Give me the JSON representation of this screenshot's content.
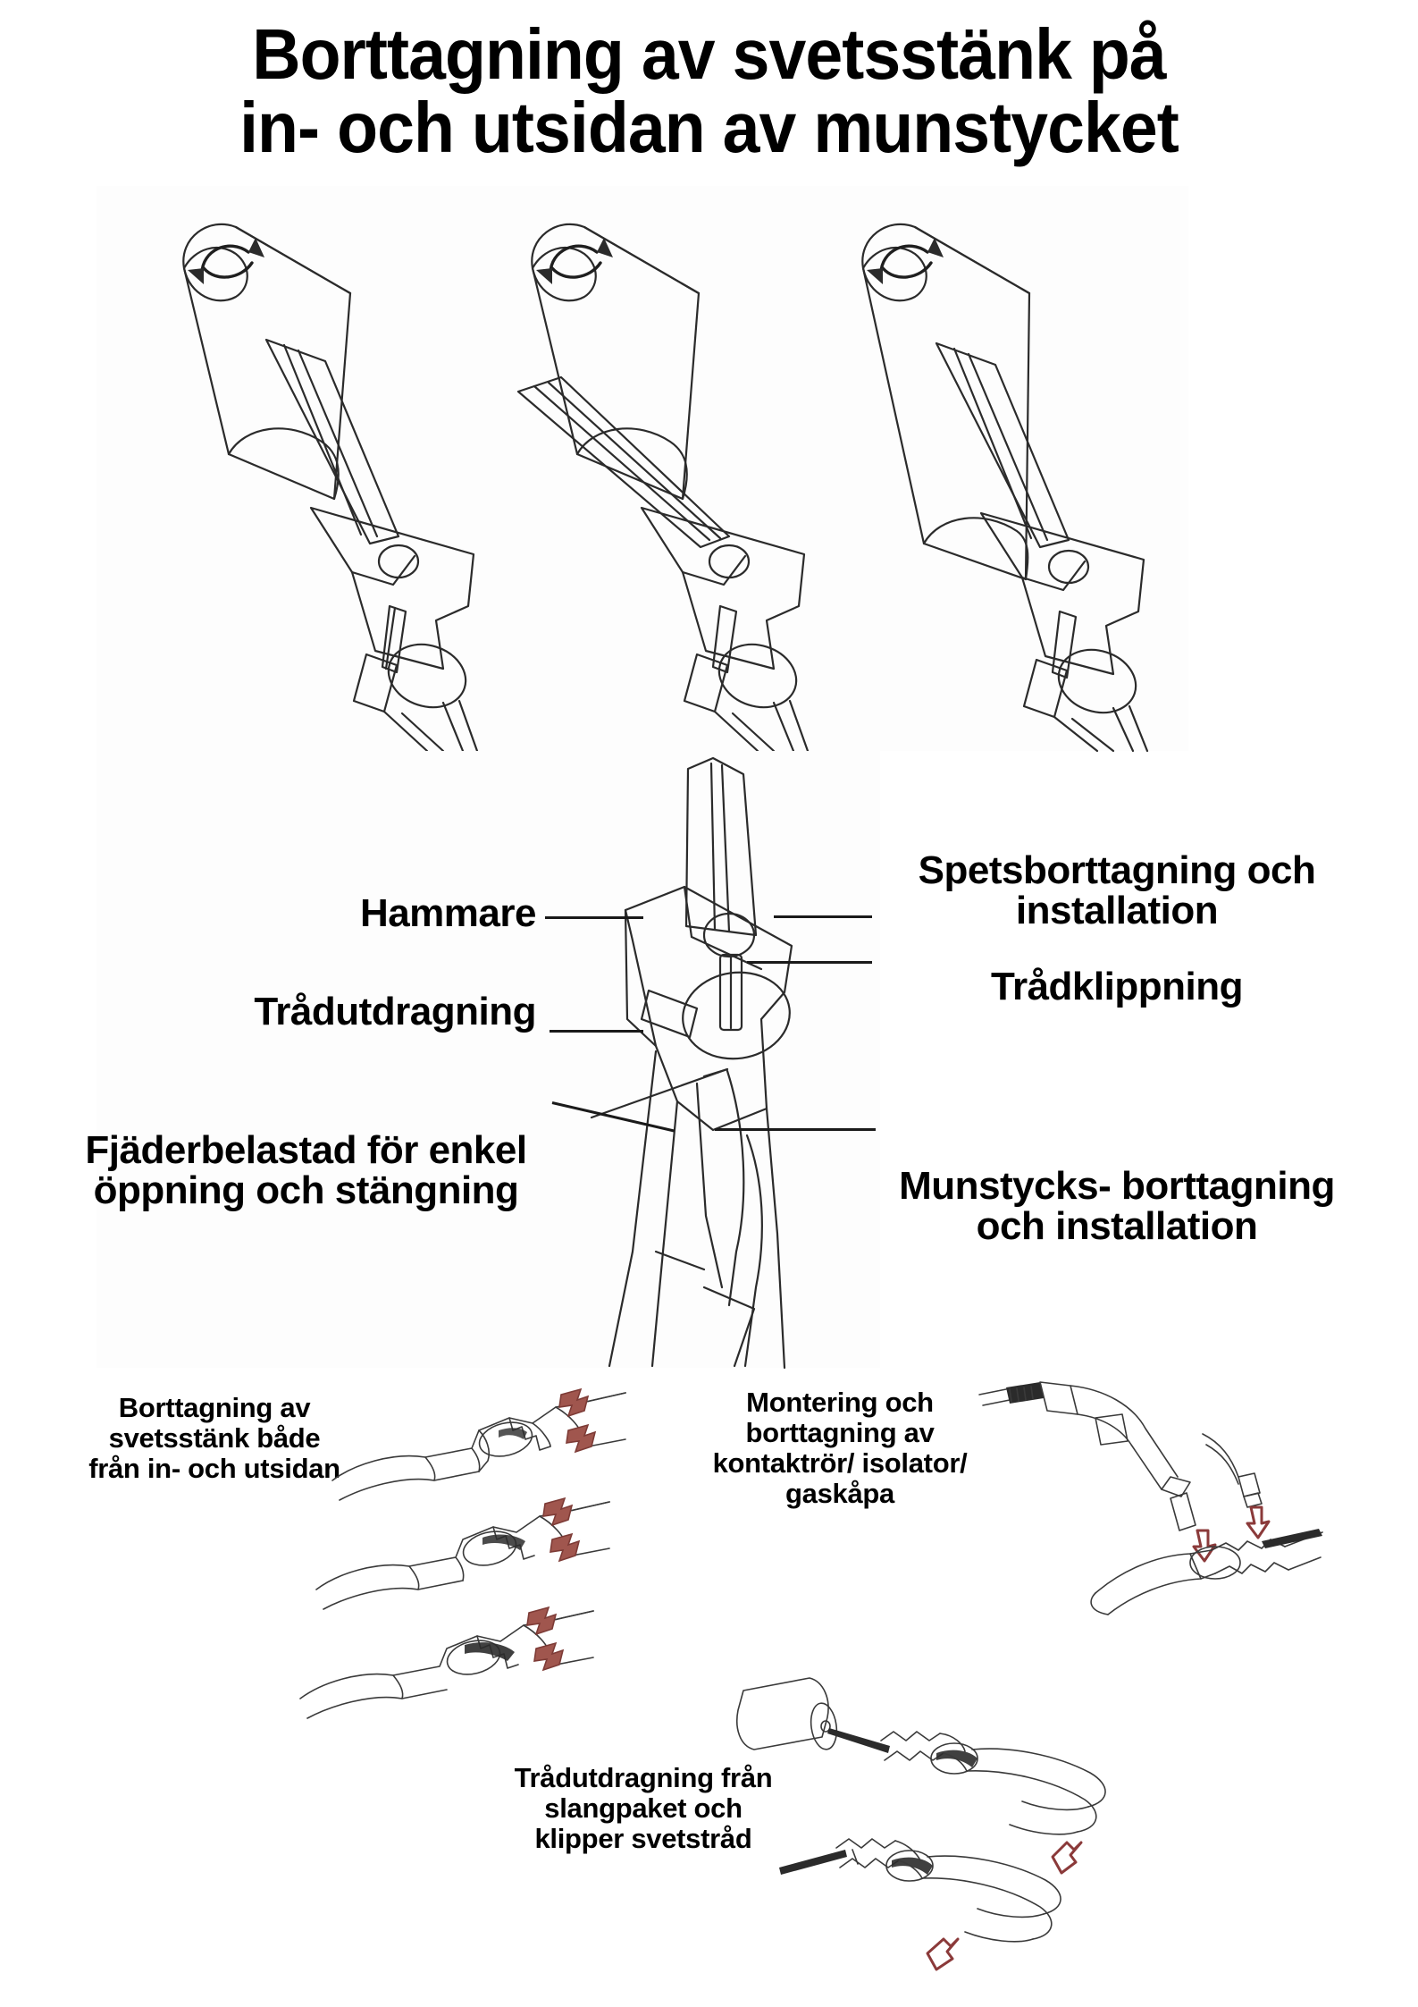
{
  "title": {
    "line1": "Borttagning av svetsstänk på",
    "line2": "in- och utsidan av munstycket"
  },
  "diagram_labels": {
    "hammare": "Hammare",
    "tradutdragning": "Trådutdragning",
    "fjaderbelastad": "Fjäderbelastad för enkel öppning och stängning",
    "spetsborttagning": "Spetsborttagning och installation",
    "tradklippning": "Trådklippning",
    "munstycksborttagning": "Munstycks- borttagning och installation"
  },
  "bottom_captions": {
    "left": "Borttagning av svetsstänk både från in- och utsidan",
    "middle": "Montering och borttagning av kontaktrör/ isolator/ gaskåpa",
    "center": "Trådutdragning från slangpaket och klipper svetstråd"
  },
  "colors": {
    "ink": "#2b2b2b",
    "red_fill": "#A0564E",
    "red_outline": "#8B3A3A",
    "panel_bg": "#fdfdfd",
    "page_bg": "#ffffff"
  },
  "illustrations": {
    "nozzle_sequence_count": 3,
    "nozzle_rotation_icon": "rotation-arrows-icon",
    "bottom_left_step_count": 3,
    "bottom_right_arrow_icon": "red-arrow-icon"
  }
}
